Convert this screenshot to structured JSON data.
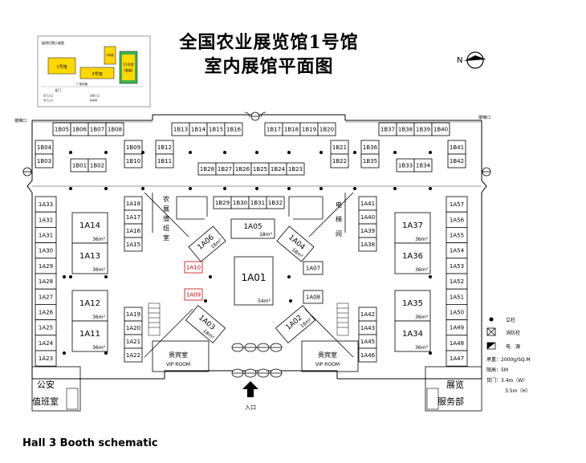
{
  "title": {
    "line1": "全国农业展览馆1号馆",
    "line2": "室内展馆平面图"
  },
  "caption": "Hall 3 Booth schematic",
  "compass": "N",
  "inset": {
    "top_label": "展馆位置示意图",
    "hall1": "1号馆",
    "hall3": "3号馆",
    "hall11": "11号馆",
    "hall11_sub": "(临展)",
    "small_right": "5号馆",
    "gate": "北门",
    "road": "广场东路",
    "notes": [
      "东门入口",
      "北门入口",
      "主馆入口",
      "停车场"
    ]
  },
  "corners": {
    "nw": "楼梯口",
    "ne": "楼梯口"
  },
  "rooms": {
    "agri_office": [
      "农",
      "展",
      "值",
      "班",
      "室"
    ],
    "elevator": [
      "电",
      "梯",
      "间"
    ],
    "vip_left": {
      "cn": "贵宾室",
      "en": "VIP ROOM"
    },
    "vip_right": {
      "cn": "贵宾室",
      "en": "VIP ROOM"
    },
    "security": [
      "公安",
      "值班室"
    ],
    "service": [
      "展览",
      "服务部"
    ],
    "entrance": "入口"
  },
  "legend": {
    "items": [
      {
        "symbol": "pillar",
        "label": "立柱"
      },
      {
        "symbol": "hydrant",
        "label": "消防栓"
      },
      {
        "symbol": "power",
        "label": "电　源"
      }
    ],
    "specs": [
      "承重：2000g/SQ.M",
      "限高：5M",
      "货门：3.4m（W）",
      "3.5m（H）"
    ]
  },
  "booths": {
    "top_left": [
      "1B05",
      "1B06",
      "1B07",
      "1B08"
    ],
    "top_center_left": [
      "1B13",
      "1B14",
      "1B15",
      "1B16"
    ],
    "top_center_right": [
      "1B17",
      "1B18",
      "1B19",
      "1B20"
    ],
    "top_right": [
      "1B37",
      "1B38",
      "1B39",
      "1B40"
    ],
    "left_col": [
      "1B04",
      "1B03"
    ],
    "left_inner": [
      "1B01",
      "1B02"
    ],
    "left_b": [
      "1B09",
      "1B10"
    ],
    "left_b2": [
      "1B12",
      "1B11"
    ],
    "center_row": [
      "1B28",
      "1B27",
      "1B26",
      "1B25",
      "1B24",
      "1B23"
    ],
    "right_b": [
      "1B21",
      "1B22"
    ],
    "right_b2": [
      "1B36",
      "1B35"
    ],
    "right_inner": [
      "1B33",
      "1B34"
    ],
    "right_col": [
      "1B41",
      "1B42"
    ],
    "inner_row": [
      "1B29",
      "1B30",
      "1B31",
      "1B32"
    ],
    "a_left_wall": [
      "1A33",
      "1A32",
      "1A31",
      "1A30",
      "1A29",
      "1A28",
      "1A27",
      "1A26",
      "1A25",
      "1A24",
      "1A23"
    ],
    "a_left_inner": [
      "1A18",
      "1A17",
      "1A16",
      "1A15"
    ],
    "a_left_inner2": [
      "1A19",
      "1A20",
      "1A21",
      "1A22"
    ],
    "a_right_inner": [
      "1A41",
      "1A40",
      "1A39",
      "1A38"
    ],
    "a_right_inner2": [
      "1A42",
      "1A43",
      "1A45",
      "1A46"
    ],
    "a_right_wall": [
      "1A57",
      "1A56",
      "1A55",
      "1A54",
      "1A53",
      "1A52",
      "1A51",
      "1A50",
      "1A49",
      "1A48",
      "1A47"
    ],
    "big_left": [
      {
        "id": "1A14",
        "area": "36m²"
      },
      {
        "id": "1A13",
        "area": "36m²"
      },
      {
        "id": "1A12",
        "area": "36m²"
      },
      {
        "id": "1A11",
        "area": "36m²"
      }
    ],
    "big_right": [
      {
        "id": "1A37",
        "area": "36m²"
      },
      {
        "id": "1A36",
        "area": "36m²"
      },
      {
        "id": "1A35",
        "area": "36m²"
      },
      {
        "id": "1A34",
        "area": "36m²"
      }
    ],
    "center": {
      "id": "1A01",
      "area": "54m²"
    },
    "a05": {
      "id": "1A05",
      "area": "18m²"
    },
    "a06": {
      "id": "1A06",
      "area": "18m²"
    },
    "a04": {
      "id": "1A04",
      "area": "18m²"
    },
    "a03": {
      "id": "1A03",
      "area": "18m²"
    },
    "a02": {
      "id": "1A02",
      "area": "18m²"
    },
    "a07": "1A07",
    "a08": "1A08",
    "a10": "1A10",
    "a09": "1A09"
  }
}
